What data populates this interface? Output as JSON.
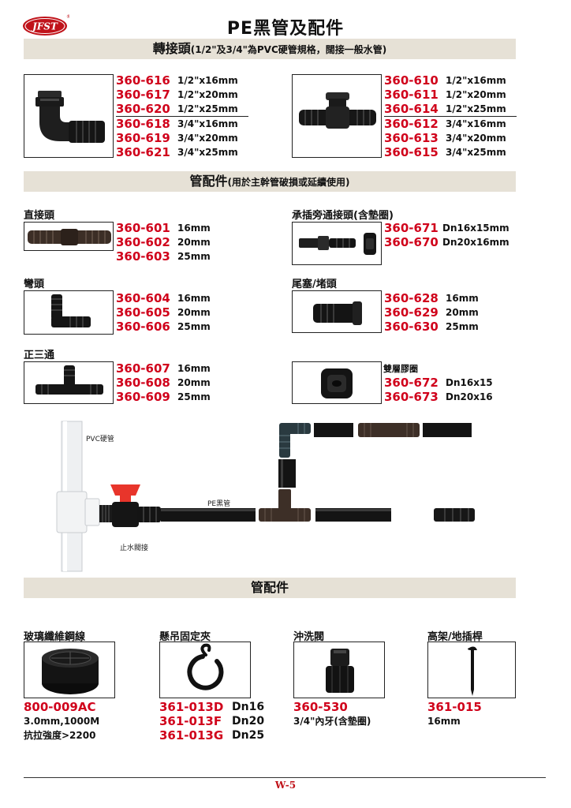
{
  "header": {
    "logo_text": "JFST",
    "logo_mark": "®",
    "title": "PE黑管及配件"
  },
  "section1": {
    "title": "轉接頭",
    "subtitle": "(1/2\"及3/4\"為PVC硬管規格，闊接一般水管)",
    "left": [
      {
        "code": "360-616",
        "spec": "1/2\"x16mm"
      },
      {
        "code": "360-617",
        "spec": "1/2\"x20mm"
      },
      {
        "code": "360-620",
        "spec": "1/2\"x25mm"
      },
      {
        "code": "360-618",
        "spec": "3/4\"x16mm"
      },
      {
        "code": "360-619",
        "spec": "3/4\"x20mm"
      },
      {
        "code": "360-621",
        "spec": "3/4\"x25mm"
      }
    ],
    "right": [
      {
        "code": "360-610",
        "spec": "1/2\"x16mm"
      },
      {
        "code": "360-611",
        "spec": "1/2\"x20mm"
      },
      {
        "code": "360-614",
        "spec": "1/2\"x25mm"
      },
      {
        "code": "360-612",
        "spec": "3/4\"x16mm"
      },
      {
        "code": "360-613",
        "spec": "3/4\"x20mm"
      },
      {
        "code": "360-615",
        "spec": "3/4\"x25mm"
      }
    ]
  },
  "section2": {
    "title": "管配件",
    "subtitle": "(用於主幹管破損或延續使用)",
    "straight": {
      "label": "直接頭",
      "items": [
        {
          "code": "360-601",
          "spec": "16mm"
        },
        {
          "code": "360-602",
          "spec": "20mm"
        },
        {
          "code": "360-603",
          "spec": "25mm"
        }
      ]
    },
    "elbow": {
      "label": "彎頭",
      "items": [
        {
          "code": "360-604",
          "spec": "16mm"
        },
        {
          "code": "360-605",
          "spec": "20mm"
        },
        {
          "code": "360-606",
          "spec": "25mm"
        }
      ]
    },
    "tee": {
      "label": "正三通",
      "items": [
        {
          "code": "360-607",
          "spec": "16mm"
        },
        {
          "code": "360-608",
          "spec": "20mm"
        },
        {
          "code": "360-609",
          "spec": "25mm"
        }
      ]
    },
    "bypass": {
      "label": "承插旁通接頭(含墊圈)",
      "items": [
        {
          "code": "360-671",
          "spec": "Dn16x15mm"
        },
        {
          "code": "360-670",
          "spec": "Dn20x16mm"
        }
      ]
    },
    "endcap": {
      "label": "尾塞/堵頭",
      "items": [
        {
          "code": "360-628",
          "spec": "16mm"
        },
        {
          "code": "360-629",
          "spec": "20mm"
        },
        {
          "code": "360-630",
          "spec": "25mm"
        }
      ]
    },
    "grommet": {
      "label": "雙層膠圈",
      "items": [
        {
          "code": "360-672",
          "spec": "Dn16x15"
        },
        {
          "code": "360-673",
          "spec": "Dn20x16"
        }
      ]
    }
  },
  "diagram": {
    "pvc_label": "PVC硬管",
    "pe_label": "PE黑管",
    "valve_label": "止水閥接"
  },
  "section3": {
    "title": "管配件",
    "products": [
      {
        "label": "玻璃纖維鋼線",
        "code": "800-009AC",
        "specs": [
          "3.0mm,1000M",
          "抗拉強度>2200"
        ]
      },
      {
        "label": "懸吊固定夾",
        "codes": [
          {
            "code": "361-013D",
            "spec": "Dn16"
          },
          {
            "code": "361-013F",
            "spec": "Dn20"
          },
          {
            "code": "361-013G",
            "spec": "Dn25"
          }
        ]
      },
      {
        "label": "沖洗閥",
        "code": "360-530",
        "specs": [
          "3/4\"內牙(含墊圈)"
        ]
      },
      {
        "label": "高架/地插桿",
        "code": "361-015",
        "specs": [
          "16mm"
        ]
      }
    ]
  },
  "footer": {
    "page": "W-5"
  },
  "colors": {
    "accent_red": "#d0021b",
    "bar_bg": "#e6e1d6",
    "valve_red": "#e8352b",
    "pipe_black": "#141414",
    "fitting_brown": "#4a3a30"
  }
}
